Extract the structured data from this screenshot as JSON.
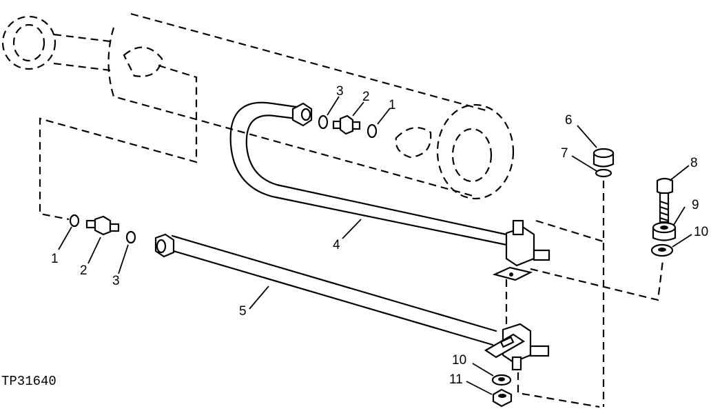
{
  "figure_code": "TP31640",
  "callouts": {
    "top_3": "3",
    "top_2": "2",
    "top_1": "1",
    "left_1": "1",
    "left_2": "2",
    "left_3": "3",
    "line_4": "4",
    "line_5": "5",
    "cap_6": "6",
    "seal_7": "7",
    "bolt_8": "8",
    "spacer_9": "9",
    "washer_10_right": "10",
    "washer_10_bottom": "10",
    "nut_11": "11"
  }
}
